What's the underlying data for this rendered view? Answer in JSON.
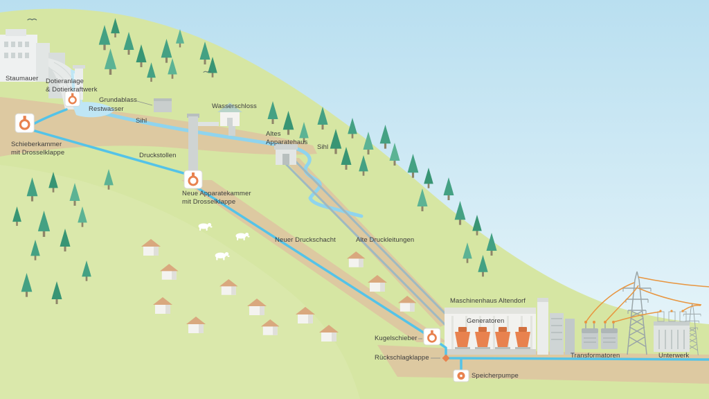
{
  "labels": {
    "staumauer": "Staumauer",
    "dotieranlage": "Dotieranlage\n& Dotierkraftwerk",
    "grundablass": "Grundablass",
    "restwasser": "Restwasser",
    "sihl_upper": "Sihl",
    "wasserschloss": "Wasserschloss",
    "schieberkammer": "Schieberkammer\nmit Drosselklappe",
    "druckstollen": "Druckstollen",
    "altes_apparatehaus": "Altes\nApparatehaus",
    "sihl_lower": "Sihl",
    "neue_apparatekammer": "Neue Apparatekammer\nmit Drosselklappe",
    "neuer_druckschacht": "Neuer Druckschacht",
    "alte_druckleitungen": "Alte Druckleitungen",
    "maschinenhaus": "Maschinenhaus Altendorf",
    "generatoren": "Generatoren",
    "kugelschieber": "Kugelschieber",
    "rueckschlagklappe": "Rückschlagklappe",
    "speicherpumpe": "Speicherpumpe",
    "transformatoren": "Transformatoren",
    "unterwerk": "Unterwerk"
  },
  "colors": {
    "sky_top": "#b9dff0",
    "sky_bottom": "#eef8fb",
    "hill": "#d6e6a3",
    "hill2": "#dceab0",
    "tan": "#ddc9a1",
    "water": "#8fd4ee",
    "water_light": "#bfe6f5",
    "pipe": "#54c3e8",
    "tree_dark": "#389574",
    "tree_mid": "#44a183",
    "tree_light": "#5cb394",
    "trunk": "#8f8569",
    "wall": "#f4f3f0",
    "wall_shade": "#e0dfda",
    "roof": "#d9a87e",
    "gray1": "#cfd4d3",
    "gray2": "#b8bfbe",
    "orange": "#e8824f",
    "orange_dark": "#d2703f",
    "wire": "#e8953f",
    "pylon": "#9aa5a7",
    "label": "#3c3c3c"
  }
}
